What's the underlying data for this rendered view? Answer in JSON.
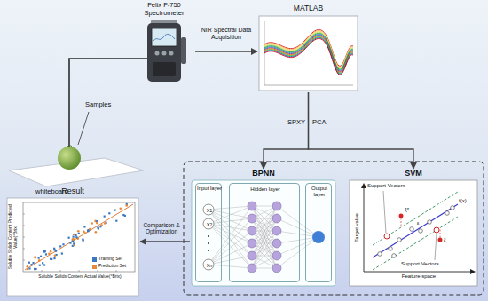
{
  "diagram": {
    "nodes": [
      {
        "text": [
          "Felix F-750 Spectrometer"
        ]
      },
      {
        "text": [
          "MATLAB"
        ]
      },
      {
        "text": [
          "BPNN"
        ]
      },
      {
        "text": [
          "Input layer"
        ],
        "in": 2
      },
      {
        "text": [
          "Hidden layer"
        ],
        "in": 2
      },
      {
        "text": [
          "Output layer"
        ],
        "in": 2
      },
      {
        "text": [
          "SVM"
        ]
      },
      {
        "text": [
          "Result"
        ]
      }
    ],
    "edges": [
      {
        "from": 0,
        "to": 1,
        "label": "NIR Spectral Data Acquisition",
        "arrow": "to"
      },
      {
        "from": 1,
        "to": 2,
        "label": "SPXY",
        "arrow": "to"
      },
      {
        "from": 1,
        "to": 6,
        "label": "PCA",
        "arrow": "to"
      },
      {
        "from": 2,
        "to": 7,
        "label": "Comparison & Optimization",
        "arrow": "to"
      }
    ],
    "labels": [
      "Samples",
      "whiteboard",
      "X1",
      "X2",
      "Xn",
      "Support Vectors",
      "Support Vectors",
      "Target value",
      "Feature space",
      "f(x)",
      "ξ*",
      "ξ",
      "ε",
      "Soluble Solids Content Actual Value(°Brix)",
      "Soluble Solids Content Predicted Value(°Brix)"
    ],
    "legend": [
      {
        "text": "Training Set",
        "color": "#3a78c2"
      },
      {
        "text": "Prediction Set",
        "color": "#e8893a"
      }
    ]
  }
}
